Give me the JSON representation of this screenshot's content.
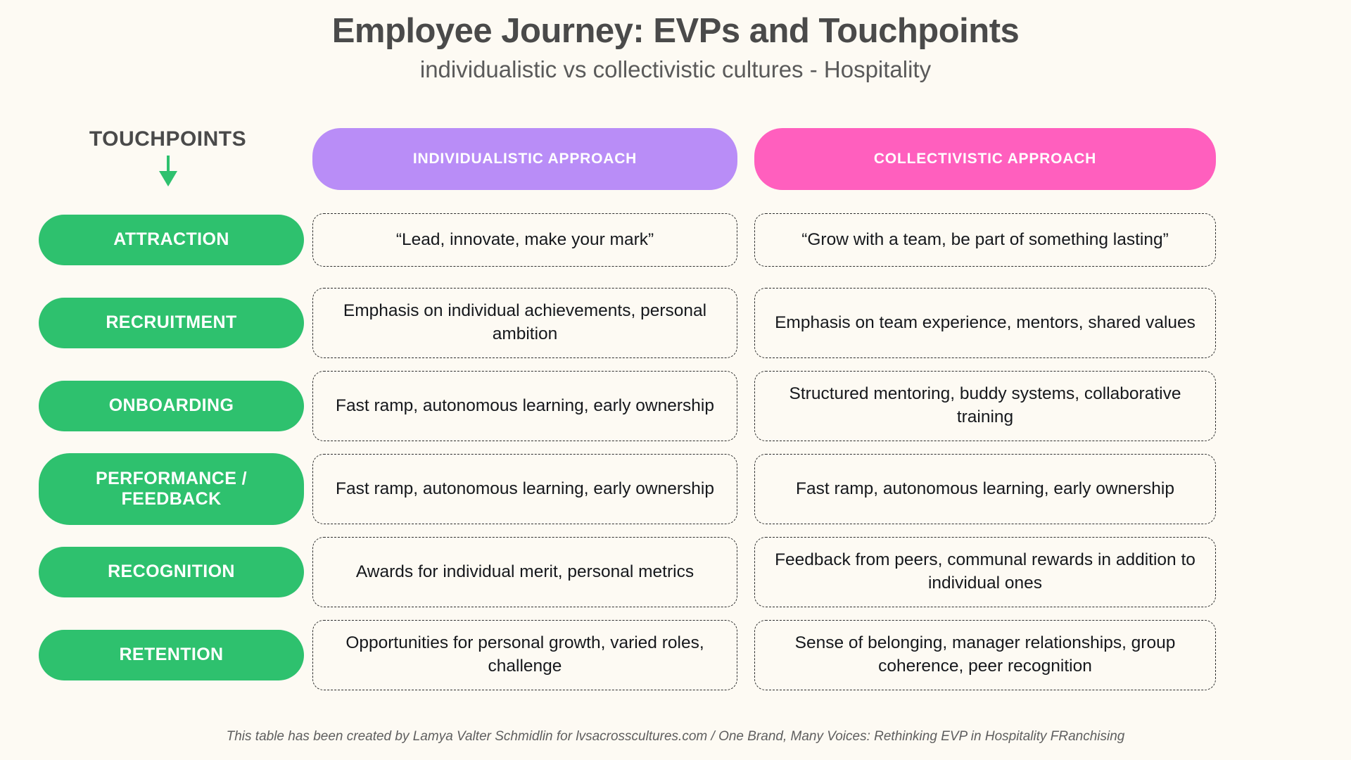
{
  "header": {
    "title": "Employee Journey: EVPs and Touchpoints",
    "subtitle": "individualistic vs collectivistic cultures - Hospitality",
    "touchpoints_label": "TOUCHPOINTS",
    "arrow_icon": "arrow-down-icon",
    "columns": [
      {
        "label": "INDIVIDUALISTIC APPROACH",
        "color": "#B98DF7"
      },
      {
        "label": "COLLECTIVISTIC APPROACH",
        "color": "#FF5FBE"
      }
    ]
  },
  "colors": {
    "background": "#FDFAF3",
    "touchpoint_pill": "#2EC16E",
    "individualistic": "#B98DF7",
    "collectivistic": "#FF5FBE",
    "title_text": "#4A4A4A",
    "cell_border": "#2E2E2E"
  },
  "rows": [
    {
      "touchpoint": "ATTRACTION",
      "individualistic": "“Lead, innovate, make your mark”",
      "collectivistic": "“Grow with a team, be part of something lasting”"
    },
    {
      "touchpoint": "RECRUITMENT",
      "individualistic": "Emphasis on individual achievements, personal ambition",
      "collectivistic": "Emphasis on team experience, mentors, shared values"
    },
    {
      "touchpoint": "ONBOARDING",
      "individualistic": "Fast ramp, autonomous learning, early ownership",
      "collectivistic": "Structured mentoring, buddy systems, collaborative training"
    },
    {
      "touchpoint": "PERFORMANCE / FEEDBACK",
      "individualistic": "Fast ramp, autonomous learning, early ownership",
      "collectivistic": "Fast ramp, autonomous learning, early ownership"
    },
    {
      "touchpoint": "RECOGNITION",
      "individualistic": "Awards for individual merit, personal metrics",
      "collectivistic": "Feedback from peers, communal rewards in addition to individual ones"
    },
    {
      "touchpoint": "RETENTION",
      "individualistic": "Opportunities for personal growth, varied roles, challenge",
      "collectivistic": "Sense of belonging, manager relationships, group coherence, peer recognition"
    }
  ],
  "footer": {
    "credit": "This table has been created by Lamya Valter Schmidlin for lvsacrosscultures.com / One Brand, Many Voices: Rethinking EVP in Hospitality FRanchising"
  }
}
